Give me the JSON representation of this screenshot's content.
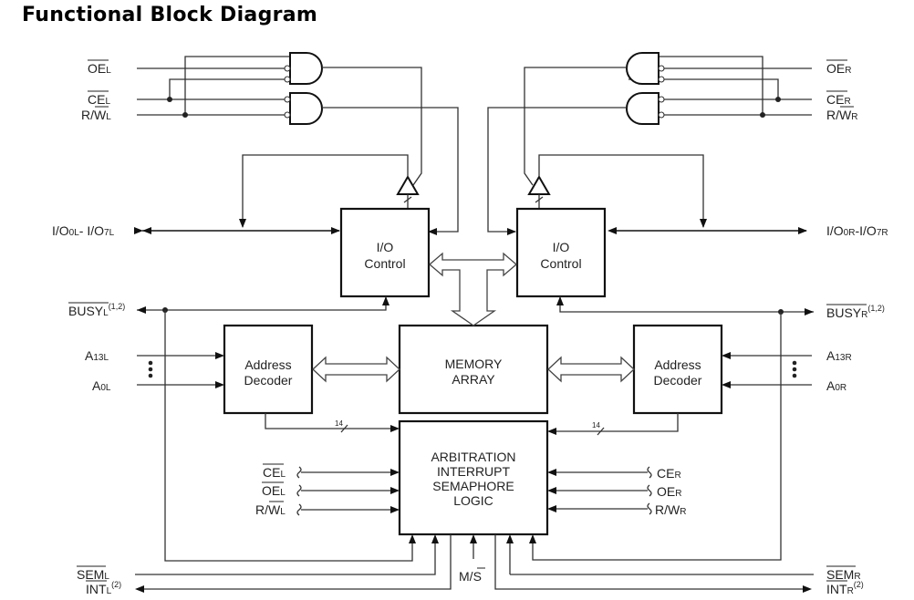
{
  "title": "Functional Block Diagram",
  "blocks": {
    "io_control_left": [
      "I/O",
      "Control"
    ],
    "io_control_right": [
      "I/O",
      "Control"
    ],
    "memory_array": [
      "MEMORY",
      "ARRAY"
    ],
    "address_decoder_left": [
      "Address",
      "Decoder"
    ],
    "address_decoder_right": [
      "Address",
      "Decoder"
    ],
    "arbitration": [
      "ARBITRATION",
      "INTERRUPT",
      "SEMAPHORE",
      "LOGIC"
    ]
  },
  "left_signals": {
    "oe": {
      "main": "OE",
      "sub": "L"
    },
    "ce": {
      "main": "CE",
      "sub": "L"
    },
    "rw": {
      "pre": "R/",
      "main": "W",
      "sub": "L"
    },
    "io": {
      "a": "I/O",
      "s1": "0L",
      "b": "- I/O",
      "s2": "7L"
    },
    "busy": {
      "main": "BUSY",
      "sub": "L",
      "sup": "(1,2)"
    },
    "a13": {
      "main": "A",
      "sub": "13L"
    },
    "a0": {
      "main": "A",
      "sub": "0L"
    },
    "arb_ce": {
      "main": "CE",
      "sub": "L"
    },
    "arb_oe": {
      "main": "OE",
      "sub": "L"
    },
    "arb_rw": {
      "pre": "R/",
      "main": "W",
      "sub": "L"
    },
    "sem": {
      "main": "SEM",
      "sub": "L"
    },
    "int": {
      "main": "INT",
      "sub": "L",
      "sup": "(2)"
    }
  },
  "right_signals": {
    "oe": {
      "main": "OE",
      "sub": "R"
    },
    "ce": {
      "main": "CE",
      "sub": "R"
    },
    "rw": {
      "pre": "R/",
      "main": "W",
      "sub": "R"
    },
    "io": {
      "a": "I/O",
      "s1": "0R",
      "b": "-I/O",
      "s2": "7R"
    },
    "busy": {
      "main": "BUSY",
      "sub": "R",
      "sup": "(1,2)"
    },
    "a13": {
      "main": "A",
      "sub": "13R"
    },
    "a0": {
      "main": "A",
      "sub": "0R"
    },
    "arb_ce": {
      "main": "CE",
      "sub": "R"
    },
    "arb_oe": {
      "main": "OE",
      "sub": "R"
    },
    "arb_rw": {
      "main": "R/W",
      "sub": "R"
    },
    "sem": {
      "main": "SEM",
      "sub": "R"
    },
    "int": {
      "main": "INT",
      "sub": "R",
      "sup": "(2)"
    }
  },
  "ms": {
    "m": "M/",
    "s": "S"
  },
  "bus_width": "14"
}
